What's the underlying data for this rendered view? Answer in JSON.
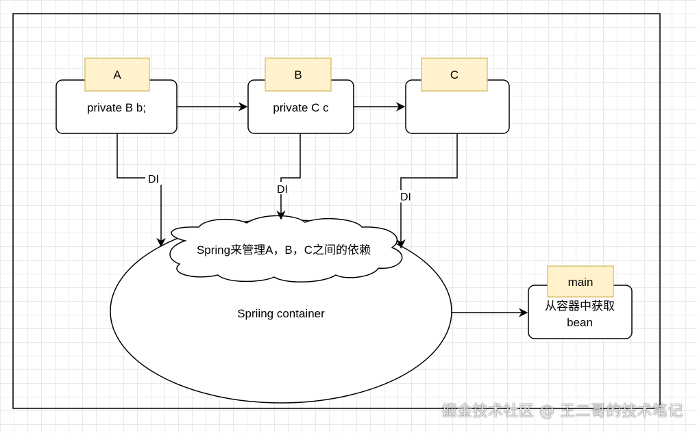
{
  "nodes": {
    "a": {
      "tag": "A",
      "body": "private B b;"
    },
    "b": {
      "tag": "B",
      "body": "private C c"
    },
    "c": {
      "tag": "C",
      "body": ""
    },
    "main": {
      "tag": "main",
      "body_line1": "从容器中获取",
      "body_line2": "bean"
    }
  },
  "edges": {
    "di_a": "DI",
    "di_b": "DI",
    "di_c": "DI"
  },
  "cloud_label": "Spring来管理A，B，C之间的依赖",
  "container_label": "Spriing container",
  "watermark": "掘金技术社区 @ 王二哥的技术笔记",
  "colors": {
    "tag_fill": "#fff2cc",
    "tag_stroke": "#d6b656",
    "stroke": "#000000"
  }
}
